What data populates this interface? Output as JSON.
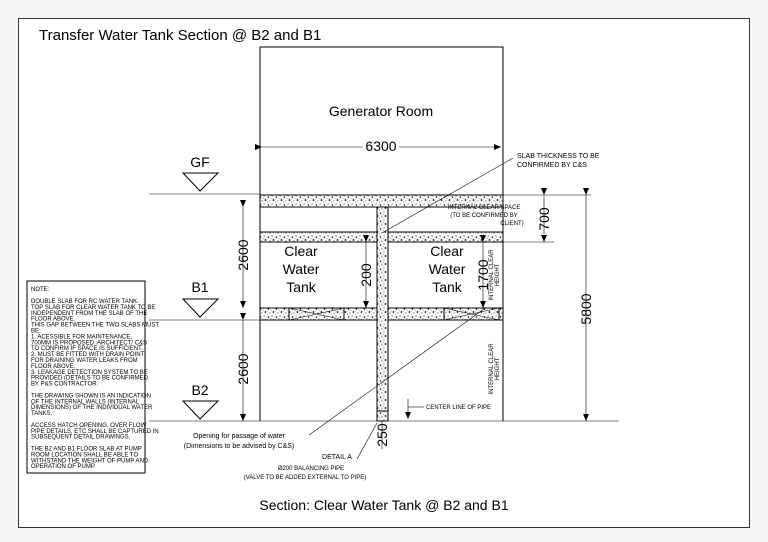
{
  "title": "Transfer Water Tank Section @ B2 and B1",
  "caption": "Section: Clear Water Tank @ B2 and B1",
  "rooms": {
    "generator_room": "Generator Room",
    "tank_left": [
      "Clear",
      "Water",
      "Tank"
    ],
    "tank_right": [
      "Clear",
      "Water",
      "Tank"
    ]
  },
  "levels": {
    "gf": "GF",
    "b1": "B1",
    "b2": "B2"
  },
  "dimensions": {
    "width_6300": "6300",
    "h_2600_upper": "2600",
    "h_2600_lower": "2600",
    "h_200": "200",
    "h_1700": "1700",
    "h_700": "700",
    "h_5800": "5800",
    "h_250": "250"
  },
  "labels": {
    "slab_thickness": [
      "SLAB THICKNESS TO BE",
      "CONFIRMED BY C&S"
    ],
    "internal_clear_space": [
      "INTERNAL CLEAR SPACE",
      "(TO BE CONFIRMED BY",
      "CLIENT)"
    ],
    "internal_clear_height_upper": "INTERNAL CLEAR HEIGHT",
    "internal_clear_height_lower": "INTERNAL CLEAR HEIGHT",
    "center_line_of_pipe": "CENTER LINE OF PIPE",
    "opening": [
      "Opening for passage of water",
      "(Dimensions to be advised by C&S)"
    ],
    "detail_a": "DETAIL A",
    "balancing_pipe": [
      "Ø200 BALANCING PIPE",
      "(VALVE TO BE ADDED EXTERNAL TO PIPE)"
    ]
  },
  "note": {
    "heading": "NOTE:",
    "lines": [
      "DOUBLE SLAB FOR RC WATER TANK.",
      "TOP SLAB FOR CLEAR WATER TANK TO BE",
      "INDEPENDENT FROM THE SLAB OF THE",
      "FLOOR ABOVE.",
      "THIS GAP BETWEEN THE TWO SLABS MUST",
      "BE:",
      "  1.   ACESSIBLE FOR MAINTENANCE,",
      "       700MM IS PROPOSED. ARCHITECT/ C&S",
      "       TO CONFIRM IF SPACE IS SUFFICIENT.",
      "  2.   MUST BE FITTED WITH DRAIN POINT",
      "       FOR DRAINING WATER LEAKS FROM",
      "       FLOOR ABOVE.",
      "  3.   LEAKAGE DETECTION SYSTEM TO BE",
      "       PROVIDED (DETAILS TO BE CONFIRMED",
      "       BY P&S CONTRACTOR.",
      "",
      "THE DRAWING SHOWN IS AN INDICATION",
      "OF THE INTERNAL WALLS (INTERNAL",
      "DIMENSIONS) OF THE INDIVIDUAL WATER",
      "TANKS.",
      "",
      "ACCESS HATCH OPENING, OVER FLOW",
      "PIPE DETAILS, ETC SHALL BE CAPTURED IN",
      "SUBSEQUENT DETAIL DRAWINGS.",
      "",
      "THE B2 AND B1 FLOOR SLAB AT PUMP",
      "ROOM LOCATION SHALL BE ABLE TO",
      "WITHSTAND THE WEIGHT OF PUMP AND",
      "OPERATION OF PUMP."
    ]
  }
}
